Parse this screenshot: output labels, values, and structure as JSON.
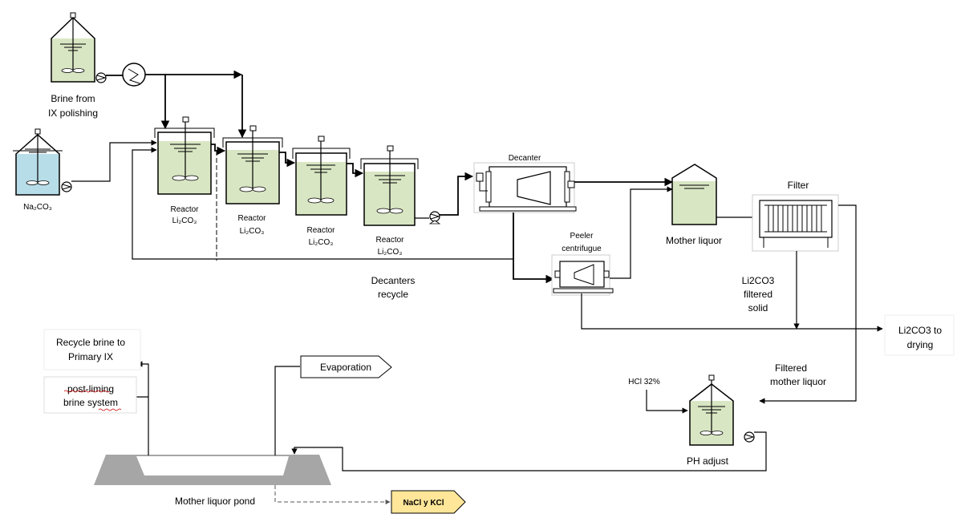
{
  "labels": {
    "brine_line1": "Brine from",
    "brine_line2": "IX polishing",
    "na2co3": "Na₂CO₃",
    "reactor": "Reactor",
    "li2co3": "Li₂CO₃",
    "decanter": "Decanter",
    "peeler_line1": "Peeler",
    "peeler_line2": "centrifugue",
    "mother_liquor": "Mother liquor",
    "filter": "Filter",
    "decanters_recycle_line1": "Decanters",
    "decanters_recycle_line2": "recycle",
    "solid_line1": "Li2CO3",
    "solid_line2": "filtered",
    "solid_line3": "solid",
    "drying_line1": "Li2CO3 to",
    "drying_line2": "drying",
    "recycle_line1": "Recycle brine to",
    "recycle_line2": "Primary IX",
    "postliming_line1": "post-liming",
    "postliming_line2": "brine system",
    "evaporation": "Evaporation",
    "hcl": "HCl 32%",
    "filtered_ml_line1": "Filtered",
    "filtered_ml_line2": "mother liquor",
    "ph_adjust": "PH adjust",
    "pond": "Mother liquor pond",
    "nacl": "NaCl y KCl"
  },
  "colors": {
    "liquid_green": "#d9e6c3",
    "liquid_blue": "#b7dde8",
    "pond_gray": "#a6a6a6",
    "product_yellow": "#ffe699"
  },
  "icons": [
    "stirrer-icon",
    "pump-icon",
    "heat-exchanger-icon",
    "decanter-icon",
    "centrifuge-icon",
    "filter-press-icon"
  ]
}
